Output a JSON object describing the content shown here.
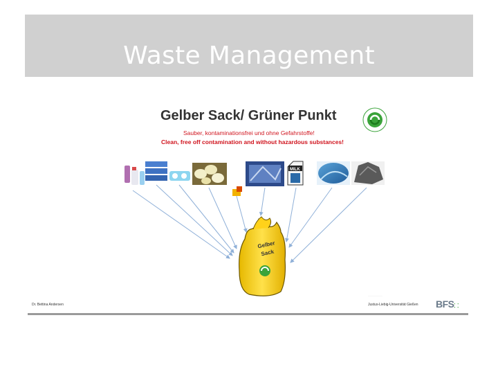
{
  "slide": {
    "title": "Waste Management"
  },
  "graphic": {
    "heading": "Gelber Sack/ Grüner Punkt",
    "line_de": "Sauber, kontaminationsfrei und ohne Gefahrstoffe!",
    "line_en": "Clean, free off contamination and without hazardous substances!",
    "bag_text_1": "Gelber",
    "bag_text_2": "Sack",
    "milk_label": "MILK"
  },
  "footer": {
    "author": "Dr. Bettina Andersen",
    "university": "Justus-Liebig-Universität Gießen",
    "logo": "BFS"
  },
  "colors": {
    "title_bar": "#d0d0d0",
    "heading_text": "#333333",
    "red_text": "#d0141e",
    "bag_yellow": "#f5d200",
    "green_dot": "#3aa33a",
    "arrow": "#8fb0d8"
  }
}
